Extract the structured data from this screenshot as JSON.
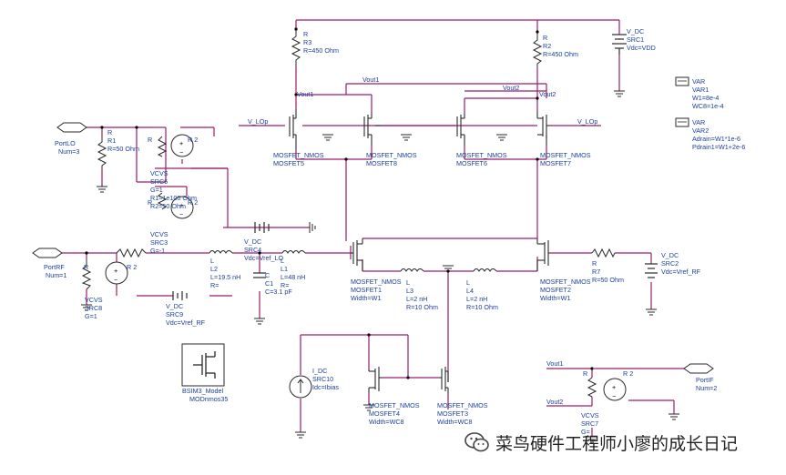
{
  "colors": {
    "wire": "#9b1d6e",
    "component": "#2a2a2a",
    "text": "#1a3f9a",
    "node": "#000000"
  },
  "components": {
    "r3": {
      "type": "R",
      "ref": "R3",
      "value": "R=450 Ohm"
    },
    "r2": {
      "type": "R",
      "ref": "R2",
      "value": "R=450 Ohm"
    },
    "src1": {
      "type": "V_DC",
      "ref": "SRC1",
      "value": "Vdc=VDD"
    },
    "var1": {
      "type": "VAR",
      "ref": "VAR1",
      "line1": "W1=8e-4",
      "line2": "WC8=1e-4"
    },
    "var2": {
      "type": "VAR",
      "ref": "VAR2",
      "line1": "Adrain=W1*1e-6",
      "line2": "Pdrain1=W1+2e-6"
    },
    "portlo": {
      "type": "PortLO",
      "ref": "Num=3"
    },
    "r1": {
      "type": "R",
      "ref": "R1",
      "value": "R=50 Ohm"
    },
    "src6": {
      "type": "VCVS",
      "ref": "SRC6",
      "g": "G=1",
      "r1": "R1=1e100 Ohm",
      "r2": "R2=50 Ohm"
    },
    "src3": {
      "type": "VCVS",
      "ref": "SRC3",
      "g": "G=-1"
    },
    "src4": {
      "type": "V_DC",
      "ref": "SRC4",
      "value": "Vdc=Vref_LO"
    },
    "portrf": {
      "type": "PortRF",
      "ref": "Num=1"
    },
    "src8": {
      "type": "VCVS",
      "ref": "SRC8",
      "g": "G=1"
    },
    "src9": {
      "type": "V_DC",
      "ref": "SRC9",
      "value": "Vdc=Vref_RF"
    },
    "l2": {
      "type": "L",
      "ref": "L2",
      "value": "L=19.5 nH",
      "r": "R="
    },
    "c1": {
      "type": "C",
      "ref": "C1",
      "value": "C=3.1 pF"
    },
    "l1": {
      "type": "L",
      "ref": "L1",
      "value": "L=48 nH",
      "r": "R="
    },
    "mosfet5": {
      "type": "MOSFET_NMOS",
      "ref": "MOSFET5"
    },
    "mosfet8": {
      "type": "MOSFET_NMOS",
      "ref": "MOSFET8"
    },
    "mosfet6": {
      "type": "MOSFET_NMOS",
      "ref": "MOSFET6"
    },
    "mosfet7": {
      "type": "MOSFET_NMOS",
      "ref": "MOSFET7"
    },
    "mosfet1": {
      "type": "MOSFET_NMOS",
      "ref": "MOSFET1",
      "width": "Width=W1"
    },
    "mosfet2": {
      "type": "MOSFET_NMOS",
      "ref": "MOSFET2",
      "width": "Width=W1"
    },
    "l3": {
      "type": "L",
      "ref": "L3",
      "value": "L=2 nH",
      "r": "R=10 Ohm"
    },
    "l4": {
      "type": "L",
      "ref": "L4",
      "value": "L=2 nH",
      "r": "R=10 Ohm"
    },
    "r7": {
      "type": "R",
      "ref": "R7",
      "value": "R=50 Ohm"
    },
    "src2": {
      "type": "V_DC",
      "ref": "SRC2",
      "value": "Vdc=Vref_RF"
    },
    "bsim": {
      "type": "BSIM3_Model",
      "ref": "MODnmos35"
    },
    "src10": {
      "type": "I_DC",
      "ref": "SRC10",
      "value": "Idc=Ibias"
    },
    "mosfet4": {
      "type": "MOSFET_NMOS",
      "ref": "MOSFET4",
      "width": "Width=WC8"
    },
    "mosfet3": {
      "type": "MOSFET_NMOS",
      "ref": "MOSFET3",
      "width": "Width=WC8"
    },
    "src7": {
      "type": "VCVS",
      "ref": "SRC7",
      "g": "G="
    },
    "portif": {
      "type": "PortIF",
      "ref": "Num=2"
    }
  },
  "nets": {
    "vout1": "Vout1",
    "vout2": "Vout2",
    "vlop": "V_LOp"
  },
  "letters": {
    "r": "R",
    "l": "L",
    "c": "C",
    "vdc": "V_DC",
    "idc": "I_DC",
    "vcvs": "VCVS",
    "var": "VAR",
    "portrf": "PortRF",
    "portlo": "PortLO",
    "portif": "PortIF",
    "r2": "R 2"
  },
  "watermark": {
    "text": "菜鸟硬件工程师小廖的成长日记"
  }
}
